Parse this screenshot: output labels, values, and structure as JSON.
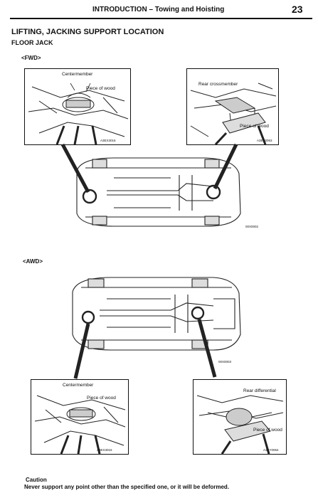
{
  "header": {
    "title": "INTRODUCTION – Towing and Hoisting",
    "page_number": "23"
  },
  "section": {
    "title": "LIFTING, JACKING SUPPORT LOCATION",
    "subtitle": "FLOOR JACK"
  },
  "fwd": {
    "label": "<FWD>",
    "detail_front": {
      "label_top": "Centermember",
      "label_wood": "Piece of wood",
      "code": "A3EX3016"
    },
    "detail_rear": {
      "label_top": "Rear crossmember",
      "label_wood": "Piece of wood",
      "code": "A3EY0063"
    },
    "underbody_code": "00X0002"
  },
  "awd": {
    "label": "<AWD>",
    "underbody_code": "00X0003",
    "detail_front": {
      "label_top": "Centermember",
      "label_wood": "Piece of wood",
      "code": "A3EX3016"
    },
    "detail_rear": {
      "label_top": "Rear differential",
      "label_wood": "Piece of wood",
      "code": "A3EY0064"
    }
  },
  "caution": {
    "title": "Caution",
    "text": "Never support any point other than the specified one, or it will be deformed."
  }
}
